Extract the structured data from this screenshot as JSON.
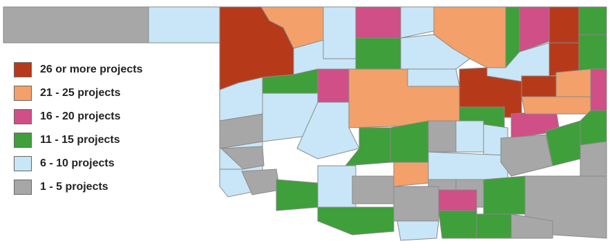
{
  "legend": {
    "items": [
      {
        "label": "26 or more projects",
        "color": "#b63a1a",
        "key": "c26"
      },
      {
        "label": "21 - 25 projects",
        "color": "#f4a06a",
        "key": "c21"
      },
      {
        "label": "16 - 20 projects",
        "color": "#cf4f86",
        "key": "c16"
      },
      {
        "label": "11 - 15 projects",
        "color": "#3f9f3a",
        "key": "c11"
      },
      {
        "label": "6 - 10 projects",
        "color": "#c8e6f7",
        "key": "c6"
      },
      {
        "label": "1 - 5 projects",
        "color": "#a7a7a7",
        "key": "c1"
      }
    ]
  },
  "map": {
    "state": "Oklahoma",
    "counties": [
      {
        "name": "panhandle-west",
        "category": "c1"
      },
      {
        "name": "panhandle-east",
        "category": "c6"
      },
      {
        "name": "nw-1",
        "category": "c26"
      },
      {
        "name": "n-2",
        "category": "c21"
      },
      {
        "name": "n-3",
        "category": "c6"
      },
      {
        "name": "n-4",
        "category": "c16"
      },
      {
        "name": "n-5",
        "category": "c6"
      },
      {
        "name": "n-6",
        "category": "c21"
      },
      {
        "name": "n-7",
        "category": "c11"
      },
      {
        "name": "n-8",
        "category": "c16"
      },
      {
        "name": "ne-9",
        "category": "c26"
      },
      {
        "name": "ne-10",
        "category": "c11"
      },
      {
        "name": "n-11",
        "category": "c6"
      },
      {
        "name": "n-12",
        "category": "c11"
      },
      {
        "name": "n-13",
        "category": "c6"
      },
      {
        "name": "n-14",
        "category": "c6"
      },
      {
        "name": "ne-15",
        "category": "c26"
      },
      {
        "name": "ne-16",
        "category": "c11"
      },
      {
        "name": "ne-17",
        "category": "c6"
      },
      {
        "name": "w-18",
        "category": "c11"
      },
      {
        "name": "w-19",
        "category": "c16"
      },
      {
        "name": "c-20",
        "category": "c6"
      },
      {
        "name": "c-21",
        "category": "c21"
      },
      {
        "name": "c-22",
        "category": "c26"
      },
      {
        "name": "c-23",
        "category": "c26"
      },
      {
        "name": "c-24",
        "category": "c21"
      },
      {
        "name": "ne-25",
        "category": "c16"
      },
      {
        "name": "ne-26",
        "category": "c6"
      },
      {
        "name": "w-27",
        "category": "c1"
      },
      {
        "name": "w-28",
        "category": "c11"
      },
      {
        "name": "c-29",
        "category": "c16"
      },
      {
        "name": "c-30",
        "category": "c21"
      },
      {
        "name": "c-31",
        "category": "c11"
      },
      {
        "name": "e-32",
        "category": "c6"
      },
      {
        "name": "w-33",
        "category": "c1"
      },
      {
        "name": "w-34",
        "category": "c6"
      },
      {
        "name": "c-35",
        "category": "c11"
      },
      {
        "name": "c-36",
        "category": "c11"
      },
      {
        "name": "c-37",
        "category": "c1"
      },
      {
        "name": "c-38",
        "category": "c6"
      },
      {
        "name": "c-39",
        "category": "c6"
      },
      {
        "name": "c-40",
        "category": "c6"
      },
      {
        "name": "c-41",
        "category": "c1"
      },
      {
        "name": "e-42",
        "category": "c11"
      },
      {
        "name": "e-43",
        "category": "c1"
      },
      {
        "name": "e-44",
        "category": "c6"
      },
      {
        "name": "sw-45",
        "category": "c1"
      },
      {
        "name": "sw-46",
        "category": "c11"
      },
      {
        "name": "sw-47",
        "category": "c6"
      },
      {
        "name": "s-48",
        "category": "c1"
      },
      {
        "name": "s-49",
        "category": "c21"
      },
      {
        "name": "s-50",
        "category": "c1"
      },
      {
        "name": "s-51",
        "category": "c1"
      },
      {
        "name": "s-52",
        "category": "c1"
      },
      {
        "name": "s-53",
        "category": "c16"
      },
      {
        "name": "s-54",
        "category": "c11"
      },
      {
        "name": "s-55",
        "category": "c1"
      },
      {
        "name": "se-56",
        "category": "c6"
      },
      {
        "name": "s-57",
        "category": "c11"
      },
      {
        "name": "s-58",
        "category": "c11"
      },
      {
        "name": "s-59",
        "category": "c11"
      },
      {
        "name": "s-60",
        "category": "c1"
      },
      {
        "name": "se-61",
        "category": "c6"
      }
    ]
  }
}
